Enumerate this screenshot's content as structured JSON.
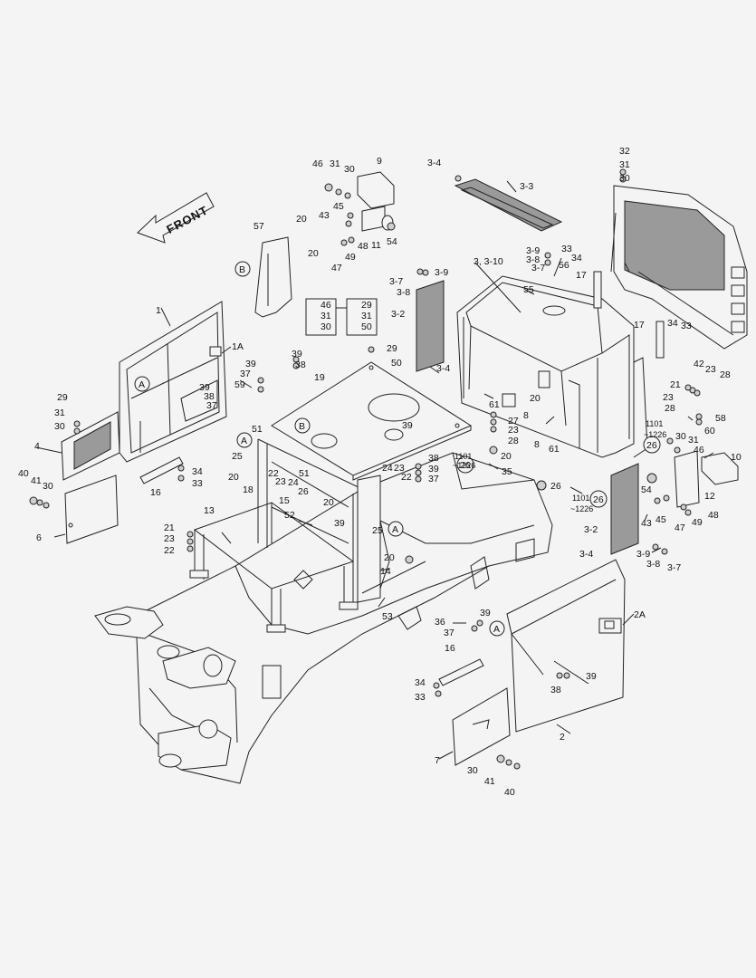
{
  "front_label": "FRONT",
  "circle_tags": {
    "A": "A",
    "B": "B",
    "c26": "26"
  },
  "labels": {
    "l1": "1",
    "l1A": "1A",
    "l2": "2",
    "l2A": "2A",
    "l3": "3, 3-10",
    "l3_2": "3-2",
    "l3_3": "3-3",
    "l3_4": "3-4",
    "l3_7": "3-7",
    "l3_8": "3-8",
    "l3_9": "3-9",
    "l4": "4",
    "l6": "6",
    "l7": "7",
    "l8": "8",
    "l9": "9",
    "l10": "10",
    "l11": "11",
    "l12": "12",
    "l13": "13",
    "l14": "14",
    "l15": "15",
    "l16": "16",
    "l17": "17",
    "l18": "18",
    "l19": "19",
    "l20": "20",
    "l21": "21",
    "l22": "22",
    "l23": "23",
    "l24": "24",
    "l25": "25",
    "l26": "26",
    "l27": "27",
    "l28": "28",
    "l29": "29",
    "l30": "30",
    "l31": "31",
    "l32": "32",
    "l33": "33",
    "l34": "34",
    "l35": "35",
    "l36": "36",
    "l37": "37",
    "l38": "38",
    "l39": "39",
    "l40": "40",
    "l41": "41",
    "l42": "42",
    "l43": "43",
    "l45": "45",
    "l46": "46",
    "l47": "47",
    "l48": "48",
    "l49": "49",
    "l50": "50",
    "l51": "51",
    "l52": "52",
    "l53": "53",
    "l54": "54",
    "l55": "55",
    "l56": "56",
    "l57": "57",
    "l58": "58",
    "l59": "59",
    "l60": "60",
    "l61": "61",
    "range1": "1101",
    "range2": "~1226"
  }
}
